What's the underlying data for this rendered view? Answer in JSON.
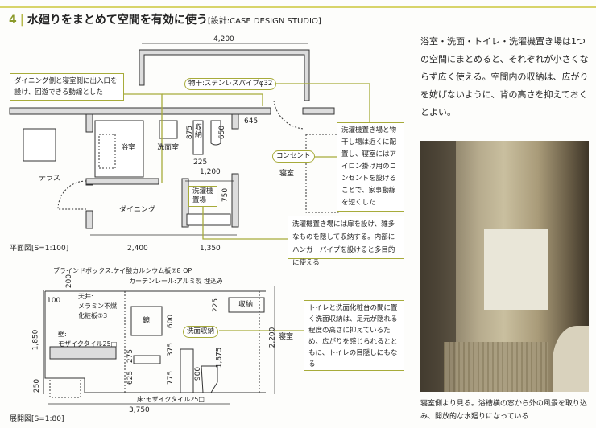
{
  "header": {
    "number": "4",
    "title": "水廻りをまとめて空間を有効に使う",
    "credit": "[設計:CASE DESIGN STUDIO]",
    "accent_color": "#a7ab3a"
  },
  "plan": {
    "caption": "平面図[S=1:100]",
    "dims": {
      "top": "4,200",
      "d645": "645",
      "d875": "875",
      "d650": "650",
      "d225": "225",
      "d1200": "1,200",
      "d750": "750",
      "d2400": "2,400",
      "d1350": "1,350"
    },
    "rooms": {
      "bath": "浴室",
      "washroom": "洗面室",
      "storage": "収納",
      "terrace": "テラス",
      "dining": "ダイニング",
      "bedroom": "寝室"
    },
    "labels": {
      "pipe": "物干:ステンレスパイプφ32",
      "outlet": "コンセント",
      "washer": "洗濯機\n置場"
    },
    "callouts": [
      "ダイニング側と寝室側に出入口を設け、回遊できる動線とした",
      "洗濯機置き場と物干し場は近くに配置し、寝室にはアイロン掛け用のコンセントを設けることで、家事動線を短くした",
      "洗濯機置き場には扉を設け、雑多なものを隠して収納する。内部にハンガーパイプを設けると多目的に使える"
    ]
  },
  "elevation": {
    "caption": "展開図[S=1:80]",
    "labels": {
      "blind": "ブラインドボックス:ケイ酸カルシウム板⑦8 OP",
      "curtain": "カーテンレール:アルミ製 埋込み",
      "ceiling": "天井:\nメラミン不燃\n化粧板⑦3",
      "wall": "壁:\nモザイクタイル25□",
      "floor": "床:モザイクタイル25□",
      "mirror": "鏡",
      "storage": "収納",
      "wash_storage": "洗面収納",
      "bedroom": "寝室"
    },
    "dims": {
      "d200": "200",
      "d100": "100",
      "d1850": "1,850",
      "d250": "250",
      "d600": "600",
      "d375": "375",
      "d275": "275",
      "d625": "625",
      "d775": "775",
      "d900": "900",
      "d225": "225",
      "d1875": "1,875",
      "d2200": "2,200",
      "d3750": "3,750"
    },
    "callout": "トイレと洗面化粧台の間に置く洗面収納は、足元が隠れる程度の高さに抑えているため、広がりを感じられるとともに、トイレの目隠しにもなる"
  },
  "article": {
    "body": "浴室・洗面・トイレ・洗濯機置き場は1つの空間にまとめると、それぞれが小さくならず広く使える。空間内の収納は、広がりを妨げないように、背の高さを抑えておくとよい。",
    "photo_caption": "寝室側より見る。浴槽横の窓から外の風景を取り込み、開放的な水廻りになっている"
  }
}
